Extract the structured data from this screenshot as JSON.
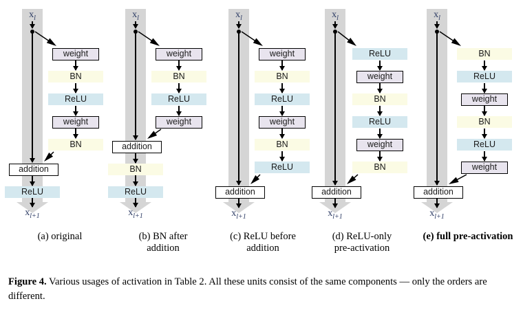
{
  "figure": {
    "caption_label": "Figure 4.",
    "caption_text": " Various usages of activation in Table 2. All these units consist of the same components — only the orders are different.",
    "input_label": "x",
    "input_sub": "l",
    "output_label": "x",
    "output_sub": "l+1"
  },
  "colors": {
    "trunk": "#d5d5d5",
    "weight_fill": "#e8e4ee",
    "bn_fill": "#fbfbe4",
    "relu_fill": "#d4e8ef",
    "addition_fill": "#ffffff",
    "line": "#000000",
    "x_label": "#2b3a63"
  },
  "panels": [
    {
      "id": "a",
      "caption_line1": "(a) original",
      "caption_line2": "",
      "caption_bold": false,
      "branch_ops": [
        "weight",
        "BN",
        "ReLU",
        "weight",
        "BN"
      ],
      "trunk_ops": [
        "addition",
        "ReLU"
      ],
      "addition_label": "addition"
    },
    {
      "id": "b",
      "caption_line1": "(b) BN after",
      "caption_line2": "addition",
      "caption_bold": false,
      "branch_ops": [
        "weight",
        "BN",
        "ReLU",
        "weight"
      ],
      "trunk_ops": [
        "addition",
        "BN",
        "ReLU"
      ],
      "addition_label": "addition"
    },
    {
      "id": "c",
      "caption_line1": "(c) ReLU before",
      "caption_line2": "addition",
      "caption_bold": false,
      "branch_ops": [
        "weight",
        "BN",
        "ReLU",
        "weight",
        "BN",
        "ReLU"
      ],
      "trunk_ops": [
        "addition"
      ],
      "addition_label": "addition"
    },
    {
      "id": "d",
      "caption_line1": "(d) ReLU-only",
      "caption_line2": "pre-activation",
      "caption_bold": false,
      "branch_ops": [
        "ReLU",
        "weight",
        "BN",
        "ReLU",
        "weight",
        "BN"
      ],
      "trunk_ops": [
        "addition"
      ],
      "addition_label": "addition"
    },
    {
      "id": "e",
      "caption_line1": "(e) full pre-activation",
      "caption_line2": "",
      "caption_bold": true,
      "branch_ops": [
        "BN",
        "ReLU",
        "weight",
        "BN",
        "ReLU",
        "weight"
      ],
      "trunk_ops": [
        "addition"
      ],
      "addition_label": "addition"
    }
  ]
}
